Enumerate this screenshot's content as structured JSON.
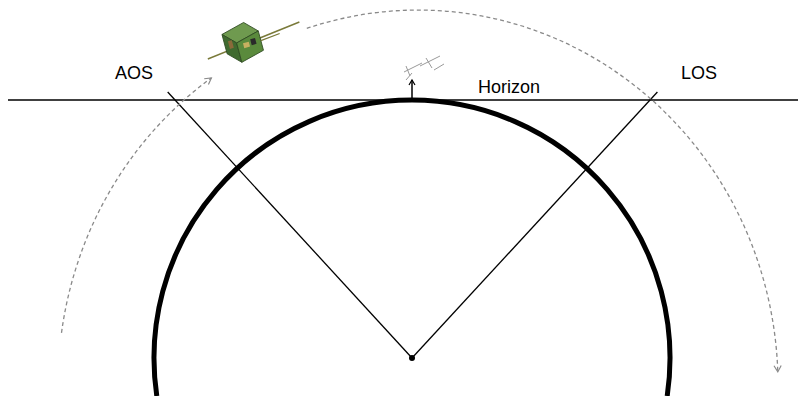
{
  "diagram": {
    "labels": [
      "AOS",
      "LOS",
      "Horizon"
    ]
  }
}
